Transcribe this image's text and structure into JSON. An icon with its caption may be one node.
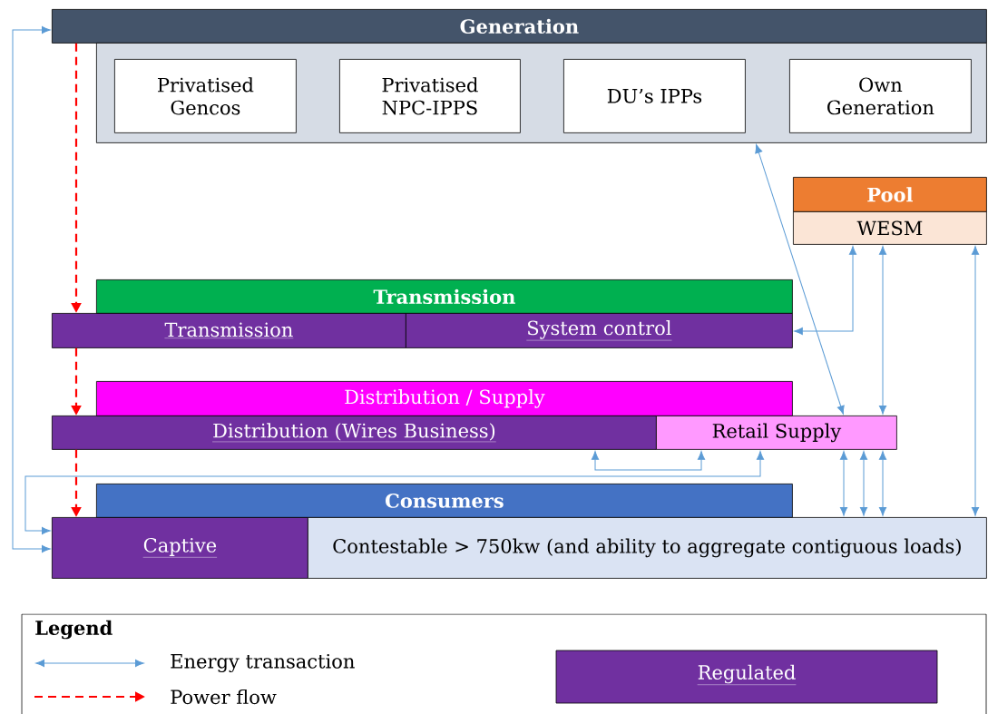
{
  "diagram": {
    "nodes": [
      {
        "text": [
          "Generation"
        ]
      },
      {
        "text": [],
        "shape": "box"
      },
      {
        "text": [
          "Privatised Gencos"
        ],
        "in": 1
      },
      {
        "text": [
          "Privatised NPC-IPPS"
        ],
        "in": 1
      },
      {
        "text": [
          "DU’s IPPs"
        ],
        "in": 1
      },
      {
        "text": [
          "Own Generation"
        ],
        "in": 1
      },
      {
        "text": [
          "Pool"
        ]
      },
      {
        "text": [
          "WESM"
        ]
      },
      {
        "text": [
          "Transmission"
        ]
      },
      {
        "text": [
          "Transmission"
        ]
      },
      {
        "text": [
          "System control"
        ]
      },
      {
        "text": [
          "Distribution / Supply"
        ]
      },
      {
        "text": [
          "Distribution (Wires Business)"
        ]
      },
      {
        "text": [
          "Retail Supply"
        ]
      },
      {
        "text": [
          "Consumers"
        ]
      },
      {
        "text": [
          "Captive"
        ]
      },
      {
        "text": [
          "Contestable > 750kw (and ability to aggregate contiguous loads)"
        ]
      }
    ],
    "edges": [
      {
        "from": 0,
        "to": 9,
        "arrow": "to",
        "style": "dashed",
        "color": "#ff0000"
      },
      {
        "from": 9,
        "to": 12,
        "arrow": "to",
        "style": "dashed",
        "color": "#ff0000"
      },
      {
        "from": 12,
        "to": 15,
        "arrow": "to",
        "style": "dashed",
        "color": "#ff0000"
      },
      {
        "from": 15,
        "to": 0,
        "arrow": "both"
      },
      {
        "from": 15,
        "to": 13,
        "arrow": "both"
      },
      {
        "from": 12,
        "to": 13,
        "arrow": "both"
      },
      {
        "from": 13,
        "to": 1,
        "arrow": "both"
      },
      {
        "from": 7,
        "to": 10,
        "arrow": "both"
      },
      {
        "from": 7,
        "to": 13,
        "arrow": "both"
      },
      {
        "from": 7,
        "to": 16,
        "arrow": "both"
      },
      {
        "from": 13,
        "to": 16,
        "arrow": "both"
      },
      {
        "from": 13,
        "to": 16,
        "arrow": "both"
      },
      {
        "from": 13,
        "to": 16,
        "arrow": "both"
      }
    ],
    "labels": [
      "Legend"
    ],
    "legend": [
      {
        "text": "Energy transaction"
      },
      {
        "text": "Power flow"
      },
      {
        "text": "Regulated",
        "color": "#7030a0"
      }
    ]
  }
}
